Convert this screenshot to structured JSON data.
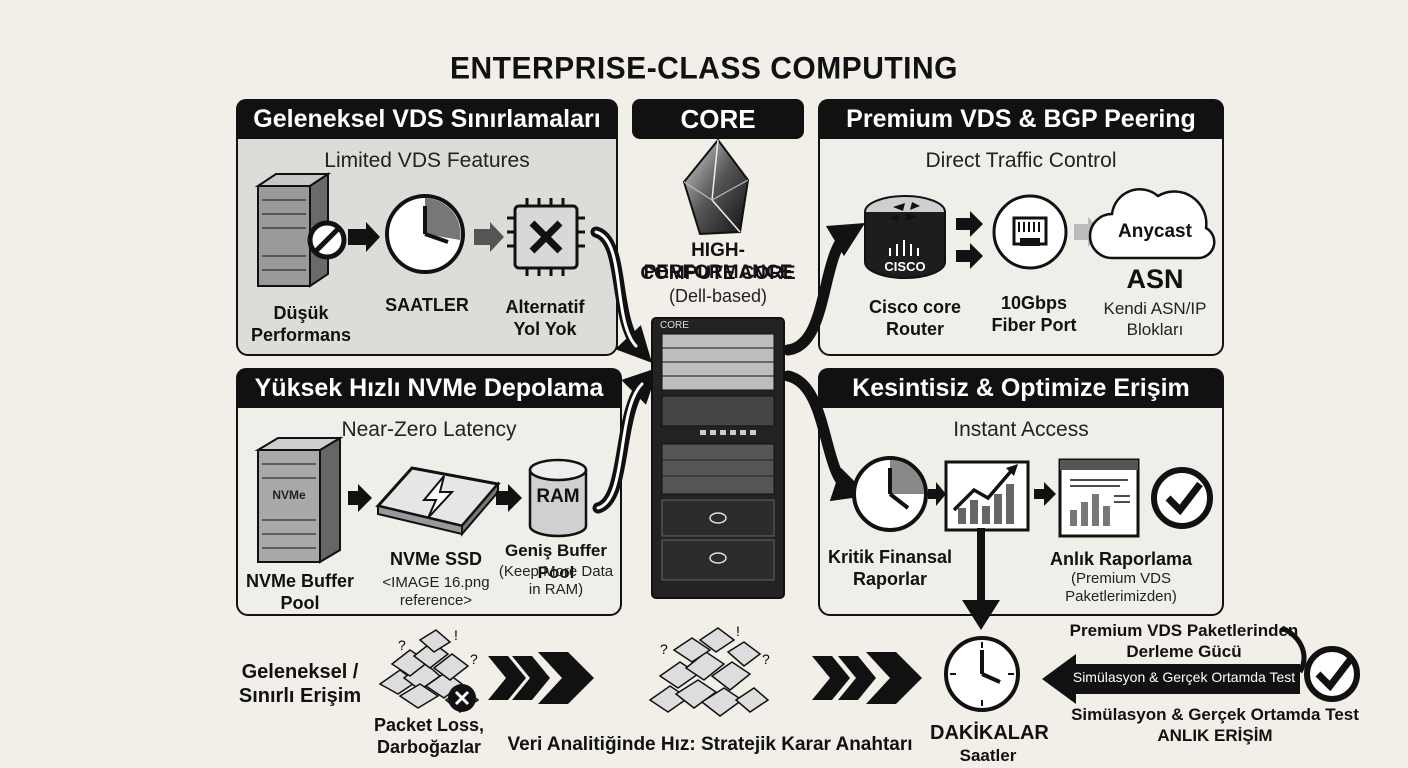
{
  "title": "ENTERPRISE-CLASS COMPUTING",
  "core": {
    "header": "CORE",
    "line1": "HIGH-PERFORMANCE",
    "line2": "COMPUTE CORE",
    "line3": "(Dell-based)",
    "rack_label": "CORE"
  },
  "panels": {
    "traditional": {
      "header": "Geleneksel VDS Sınırlamaları",
      "subtitle": "Limited VDS Features",
      "items": [
        {
          "label_1": "Düşük",
          "label_2": "Performans"
        },
        {
          "label_1": "SAATLER"
        },
        {
          "label_1": "Alternatif",
          "label_2": "Yol Yok"
        }
      ]
    },
    "premium": {
      "header": "Premium VDS & BGP Peering",
      "subtitle": "Direct Traffic Control",
      "router_brand": "CISCO",
      "items": [
        {
          "label_1": "Cisco core",
          "label_2": "Router"
        },
        {
          "label_1": "10Gbps",
          "label_2": "Fiber Port"
        },
        {
          "cloud": "Anycast",
          "label_1": "ASN",
          "label_2": "Kendi ASN/IP",
          "label_3": "Blokları"
        }
      ]
    },
    "nvme": {
      "header": "Yüksek Hızlı NVMe Depolama",
      "subtitle": "Near-Zero Latency",
      "server_mark": "NVMe",
      "ram_mark": "RAM",
      "items": [
        {
          "label_1": "NVMe Buffer",
          "label_2": "Pool"
        },
        {
          "label_1": "NVMe SSD",
          "note_1": "<IMAGE 16.png",
          "note_2": "reference>"
        },
        {
          "label_1": "Geniş Buffer Pool",
          "note_1": "(Keep More Data",
          "note_2": "in RAM)"
        }
      ]
    },
    "access": {
      "header": "Kesintisiz & Optimize Erişim",
      "subtitle": "Instant Access",
      "items": [
        {
          "label_1": "Kritik Finansal",
          "label_2": "Raporlar"
        },
        {
          "label_1": "Anlık Raporlama",
          "note_1": "(Premium VDS",
          "note_2": "Paketlerimizden)"
        }
      ]
    }
  },
  "bottom": {
    "left_1": "Geleneksel /",
    "left_2": "Sınırlı Erişim",
    "packet_1": "Packet Loss,",
    "packet_2": "Darboğazlar",
    "center": "Veri Analitiğinde Hız: Stratejik Karar Anahtarı",
    "clock_1": "DAKİKALAR",
    "clock_2": "Saatler",
    "right_1": "Premium VDS Paketlerinden",
    "right_2": "Derleme Gücü",
    "arrow_text": "Simülasyon & Gerçek Ortamda Test",
    "right_3": "Simülasyon & Gerçek Ortamda Test",
    "right_4": "ANLIK ERİŞİM"
  }
}
